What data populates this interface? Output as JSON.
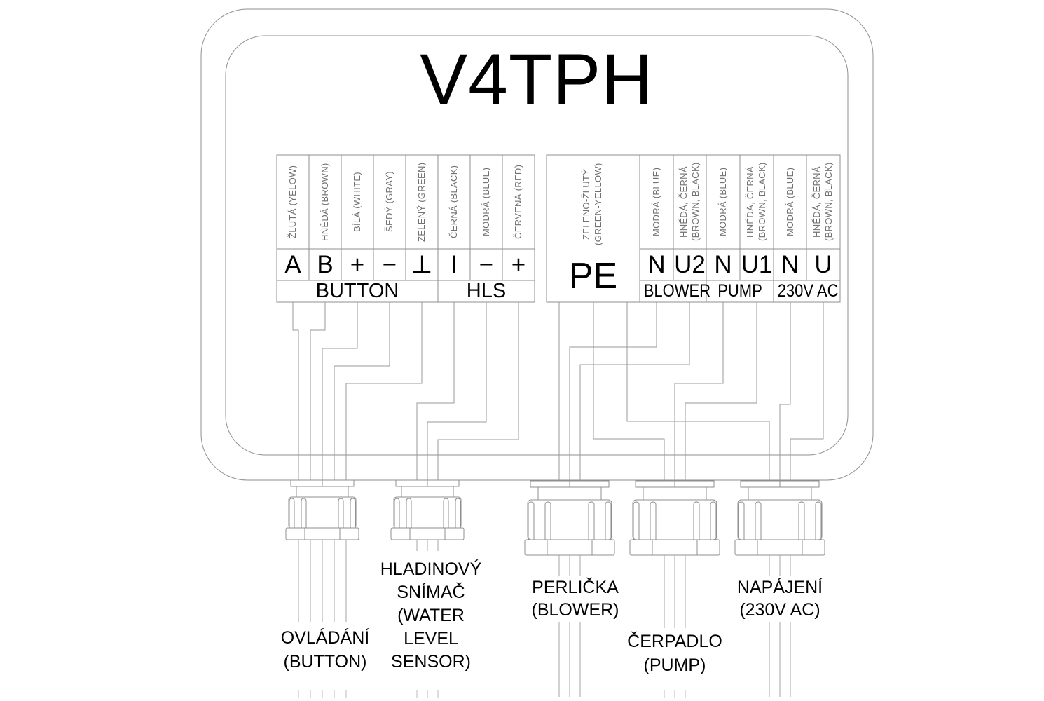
{
  "title": "V4TPH",
  "colors": {
    "background": "#ffffff",
    "line": "#909090",
    "stub_line": "#bbbbbb",
    "text": "#000000",
    "muted_label": "#727272"
  },
  "left_block": {
    "columns": [
      {
        "color": "ŽLUTÁ (YELOW)",
        "terminal": "A"
      },
      {
        "color": "HNĚDÁ (BROWN)",
        "terminal": "B"
      },
      {
        "color": "BÍLÁ (WHITE)",
        "terminal": "+"
      },
      {
        "color": "ŠEDÝ (GRAY)",
        "terminal": "−"
      },
      {
        "color": "ZELENÝ (GREEN)",
        "terminal": "⊥"
      },
      {
        "color": "ČERNÁ (BLACK)",
        "terminal": "I"
      },
      {
        "color": "MODRÁ (BLUE)",
        "terminal": "−"
      },
      {
        "color": "ČERVENÁ (RED)",
        "terminal": "+"
      }
    ],
    "groups": [
      {
        "label": "BUTTON"
      },
      {
        "label": "HLS"
      }
    ]
  },
  "right_block": {
    "pe": {
      "color_line1": "ZELENO-ŽLUTÝ",
      "color_line2": "(GREEN-YELLOW)",
      "terminal": "PE"
    },
    "columns": [
      {
        "color_line1": "MODRÁ (BLUE)",
        "color_line2": "",
        "terminal": "N"
      },
      {
        "color_line1": "HNĚDÁ, ČERNÁ",
        "color_line2": "(BROWN, BLACK)",
        "terminal": "U2"
      },
      {
        "color_line1": "MODRÁ (BLUE)",
        "color_line2": "",
        "terminal": "N"
      },
      {
        "color_line1": "HNĚDÁ, ČERNÁ",
        "color_line2": "(BROWN, BLACK)",
        "terminal": "U1"
      },
      {
        "color_line1": "MODRÁ (BLUE)",
        "color_line2": "",
        "terminal": "N"
      },
      {
        "color_line1": "HNĚDÁ, ČERNÁ",
        "color_line2": "(BROWN, BLACK)",
        "terminal": "U"
      }
    ],
    "groups": [
      {
        "label": "BLOWER"
      },
      {
        "label": "PUMP"
      },
      {
        "label": "230V AC"
      }
    ]
  },
  "cables": [
    {
      "lines": [
        "OVLÁDÁNÍ",
        "(BUTTON)"
      ]
    },
    {
      "lines": [
        "HLADINOVÝ",
        "SNÍMAČ",
        "(WATER",
        "LEVEL",
        "SENSOR)"
      ]
    },
    {
      "lines": [
        "PERLIČKA",
        "(BLOWER)"
      ]
    },
    {
      "lines": [
        "ČERPADLO",
        "(PUMP)"
      ]
    },
    {
      "lines": [
        "NAPÁJENÍ",
        "(230V AC)"
      ]
    }
  ]
}
